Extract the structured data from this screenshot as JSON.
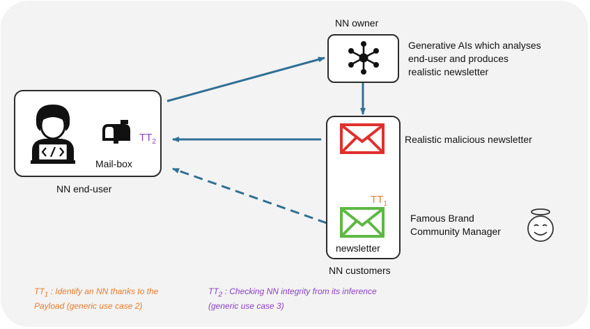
{
  "colors": {
    "arrow": "#2f6f95",
    "envelope_malicious": "#e0302d",
    "envelope_legit": "#5fb845",
    "tt1": "#e87c2b",
    "tt2": "#8a3fc4"
  },
  "owner": {
    "title": "NN owner",
    "icon": "network-hub-icon",
    "description": [
      "Generative AIs which analyses",
      "end-user and produces",
      "realistic newsletter"
    ]
  },
  "end_user": {
    "title": "NN end-user",
    "user_icon": "developer-laptop-icon",
    "mailbox_icon": "mailbox-icon",
    "mailbox_label": "Mail-box",
    "tt_base": "TT",
    "tt_sub": "2"
  },
  "customers": {
    "title": "NN customers",
    "malicious_icon": "envelope-icon",
    "malicious_label": "Realistic malicious newsletter",
    "legit_icon": "envelope-icon",
    "legit_caption": "newsletter",
    "tt_base": "TT",
    "tt_sub": "1",
    "brand_lines": [
      "Famous Brand",
      "Community Manager"
    ],
    "brand_icon": "angel-smiley-icon"
  },
  "legend": {
    "tt1": {
      "base": "TT",
      "sub": "1",
      "line1_rest": " : Identify an NN thanks to the",
      "line2": "Payload (generic use case 2)"
    },
    "tt2": {
      "base": "TT",
      "sub": "2",
      "line1_rest": " : Checking NN integrity from its inference",
      "line2": "(generic use case 3)"
    }
  }
}
